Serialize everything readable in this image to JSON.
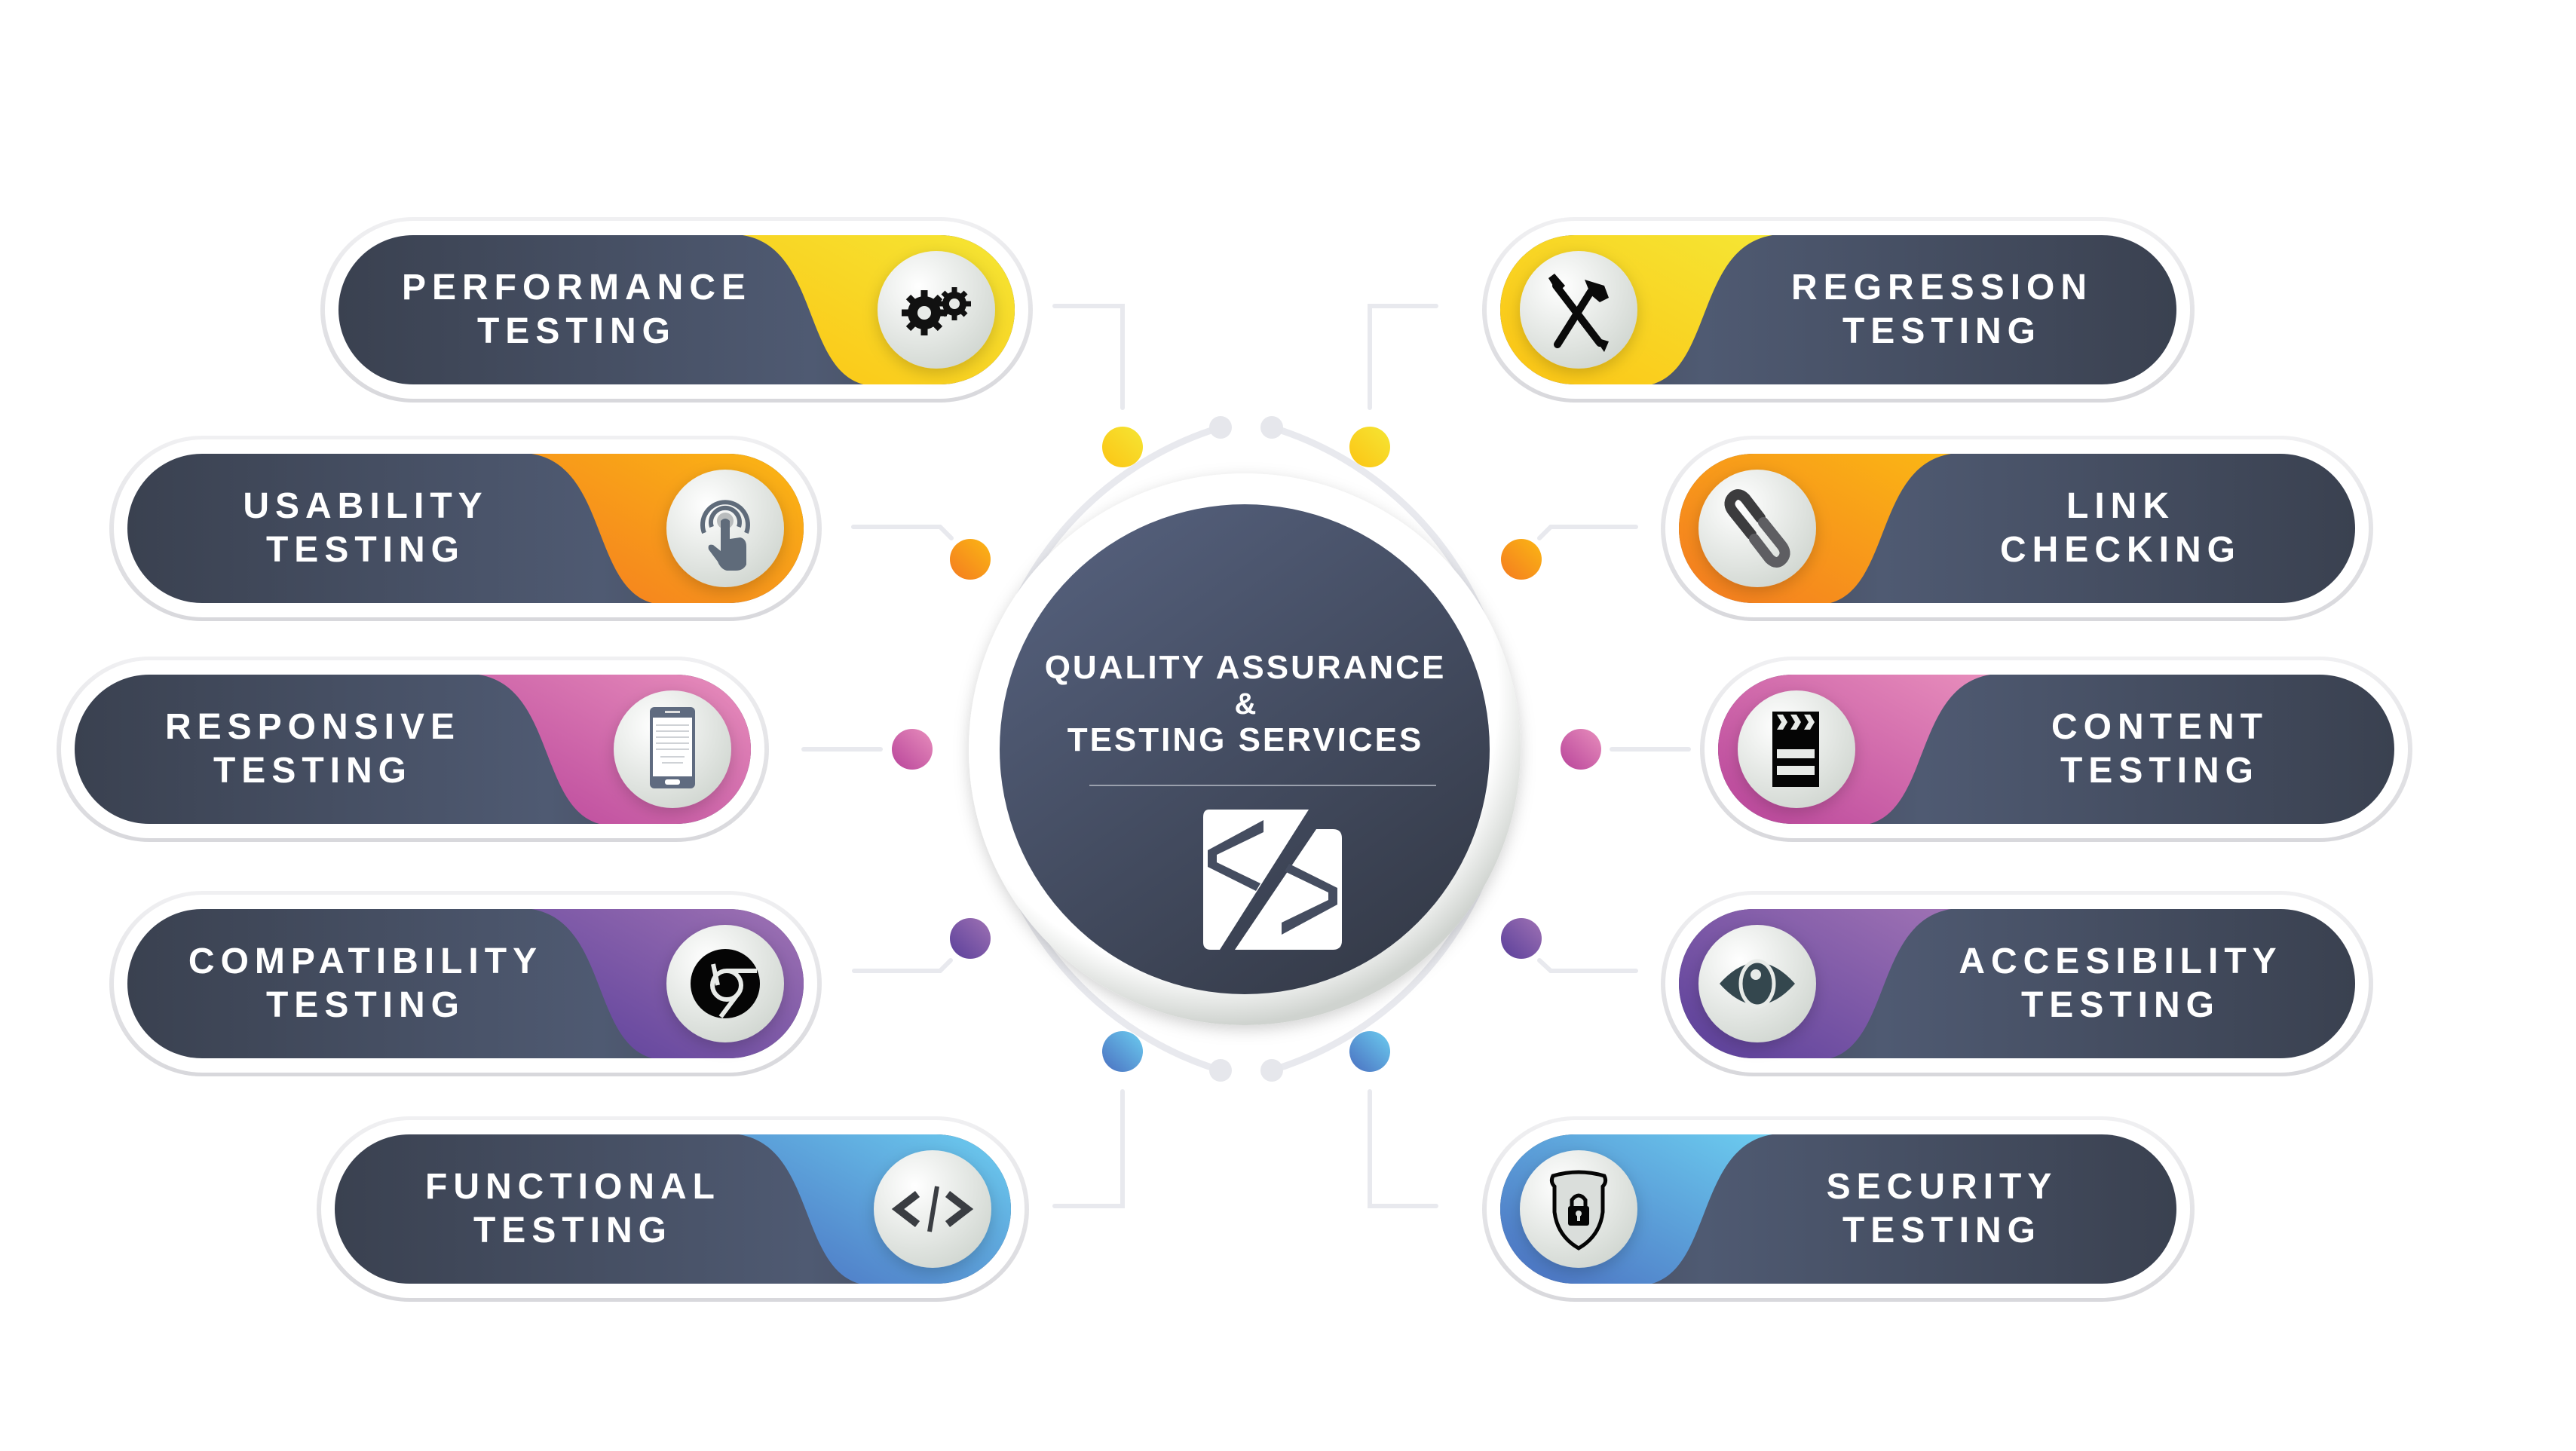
{
  "center": {
    "title_line1": "QUALITY ASSURANCE",
    "title_line2": "&",
    "title_line3": "TESTING SERVICES",
    "logo_icon": "code-brackets-logo-icon"
  },
  "colors": {
    "pill_dark": "#4a5468",
    "pill_dark_edge": "#363c4a",
    "pill_border": "#e4e4e8",
    "orbit": "#e8e9ee",
    "yellow": [
      "#f5e634",
      "#fcc414"
    ],
    "orange": [
      "#fbb714",
      "#f47b20"
    ],
    "pink": [
      "#e88ebc",
      "#b8449a"
    ],
    "purple": [
      "#9f72b4",
      "#5a3f9a"
    ],
    "blue": [
      "#6ccdf0",
      "#4a6fc0"
    ]
  },
  "services": {
    "left": [
      {
        "line1": "PERFORMANCE",
        "line2": "TESTING",
        "icon": "gears-icon",
        "color": "yellow"
      },
      {
        "line1": "USABILITY",
        "line2": "TESTING",
        "icon": "touch-hand-icon",
        "color": "orange"
      },
      {
        "line1": "RESPONSIVE",
        "line2": "TESTING",
        "icon": "smartphone-icon",
        "color": "pink"
      },
      {
        "line1": "COMPATIBILITY",
        "line2": "TESTING",
        "icon": "browser-chrome-icon",
        "color": "purple"
      },
      {
        "line1": "FUNCTIONAL",
        "line2": "TESTING",
        "icon": "code-icon",
        "color": "blue"
      }
    ],
    "right": [
      {
        "line1": "REGRESSION",
        "line2": "TESTING",
        "icon": "tools-icon",
        "color": "yellow"
      },
      {
        "line1": "LINK",
        "line2": "CHECKING",
        "icon": "chain-link-icon",
        "color": "orange"
      },
      {
        "line1": "CONTENT",
        "line2": "TESTING",
        "icon": "clapperboard-icon",
        "color": "pink"
      },
      {
        "line1": "ACCESIBILITY",
        "line2": "TESTING",
        "icon": "eye-icon",
        "color": "purple"
      },
      {
        "line1": "SECURITY",
        "line2": "TESTING",
        "icon": "shield-lock-icon",
        "color": "blue"
      }
    ]
  }
}
